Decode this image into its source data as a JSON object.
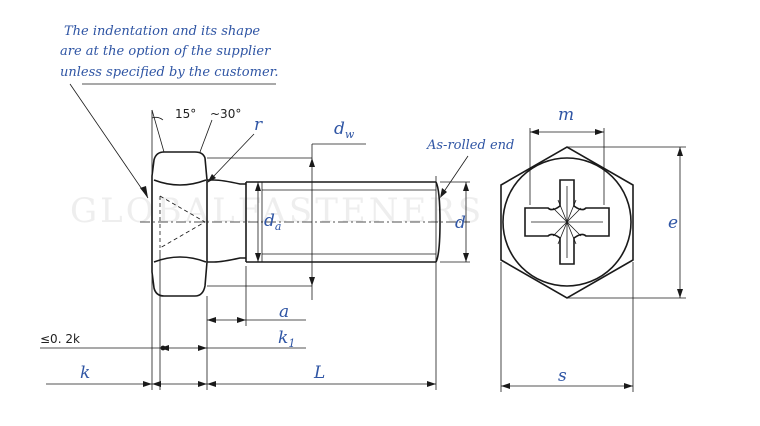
{
  "note": {
    "line1": "The indentation and its shape",
    "line2": "are at the option of the supplier",
    "line3": "unless specified by the customer."
  },
  "angles": {
    "a1": "15°",
    "a2": "~30°"
  },
  "labels": {
    "r": "r",
    "dw": "d",
    "dw_sub": "w",
    "as_rolled": "As-rolled end",
    "m": "m",
    "da": "d",
    "da_sub": "a",
    "d": "d",
    "e": "e",
    "a": "a",
    "k1": "k",
    "k1_sub": "1",
    "tol": "≤0. 2k",
    "k": "k",
    "L": "L",
    "s": "s"
  },
  "watermark": "GLOBALFASTENERS",
  "colors": {
    "label": "#2f55a4",
    "line": "#1a1a1a"
  }
}
